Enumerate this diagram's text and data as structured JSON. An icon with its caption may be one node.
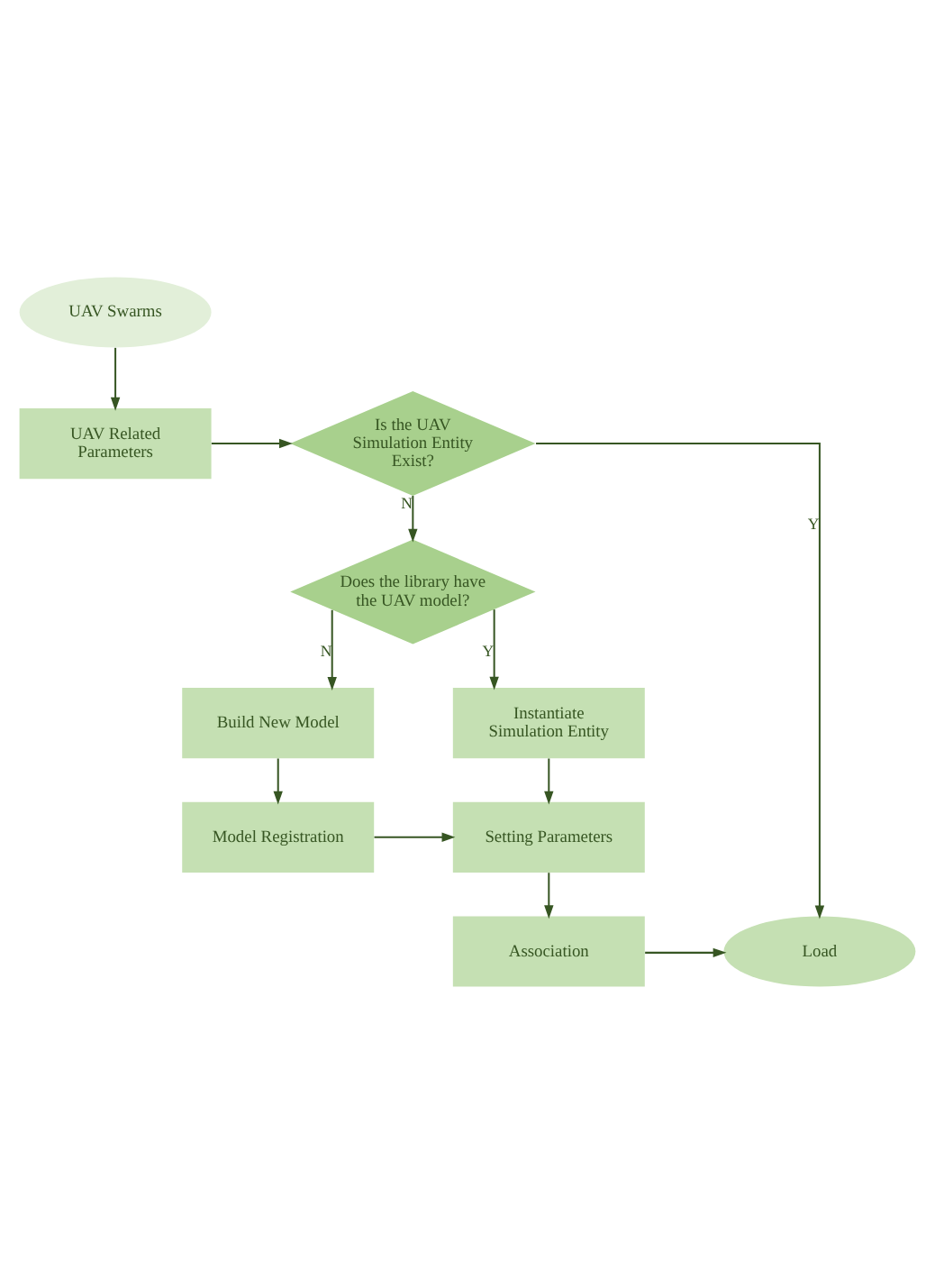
{
  "diagram": {
    "nodes": [
      {
        "text": [
          "UAV Swarms"
        ]
      },
      {
        "text": [
          "UAV Related Parameters"
        ]
      },
      {
        "text": [
          "Is the UAV Simulation Entity Exist?"
        ]
      },
      {
        "text": [
          "Does the library have the UAV model?"
        ]
      },
      {
        "text": [
          "Instantiate Simulation Entity"
        ]
      },
      {
        "text": [
          "Build New Model"
        ]
      },
      {
        "text": [
          "Setting Parameters"
        ]
      },
      {
        "text": [
          "Model Registration"
        ]
      },
      {
        "text": [
          "Association"
        ]
      },
      {
        "text": [
          "Load"
        ]
      }
    ],
    "edges": [
      {
        "from": 0,
        "to": 1,
        "arrow": "to"
      },
      {
        "from": 1,
        "to": 2,
        "arrow": "to"
      },
      {
        "from": 2,
        "to": 9,
        "arrow": "to",
        "label": "Y"
      },
      {
        "from": 2,
        "to": 3,
        "arrow": "to",
        "label": "N"
      },
      {
        "from": 3,
        "to": 4,
        "arrow": "to",
        "label": "Y"
      },
      {
        "from": 3,
        "to": 5,
        "arrow": "to",
        "label": "N"
      },
      {
        "from": 4,
        "to": 6,
        "arrow": "to"
      },
      {
        "from": 5,
        "to": 7,
        "arrow": "to"
      },
      {
        "from": 7,
        "to": 6,
        "arrow": "to"
      },
      {
        "from": 6,
        "to": 8,
        "arrow": "to"
      },
      {
        "from": 8,
        "to": 9,
        "arrow": "to"
      }
    ]
  }
}
